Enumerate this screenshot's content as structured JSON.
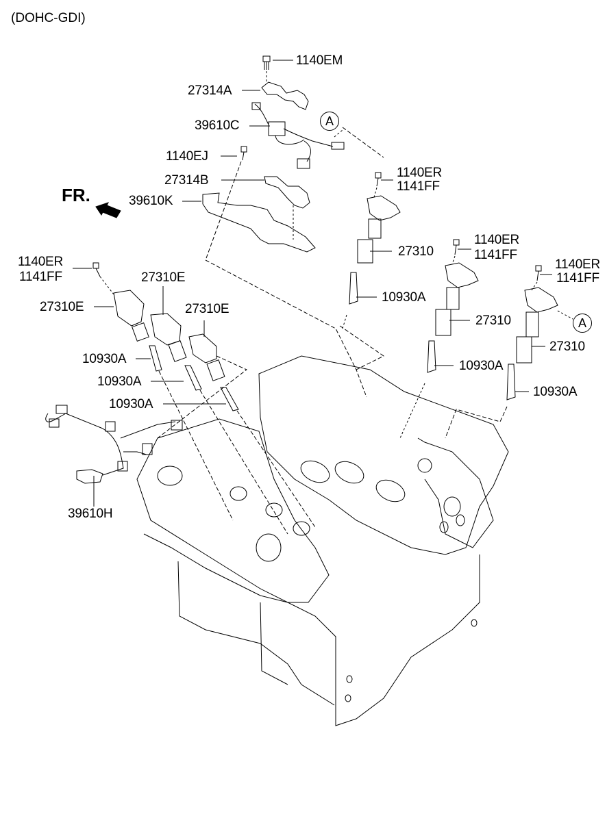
{
  "diagram": {
    "title": "(DOHC-GDI)",
    "front_indicator": "FR.",
    "reference_marker": "A",
    "labels": {
      "bolt_top": "1140EM",
      "bracket_a": "27314A",
      "harness_c": "39610C",
      "bolt_ej": "1140EJ",
      "bracket_b": "27314B",
      "harness_k": "39610K",
      "bolt_left_1": "1140ER",
      "bolt_left_2": "1141FF",
      "coil_e_center": "27310E",
      "coil_e_left": "27310E",
      "coil_e_right": "27310E",
      "plug_left_1": "10930A",
      "plug_left_2": "10930A",
      "plug_left_3": "10930A",
      "harness_h": "39610H",
      "bolt_r1_1": "1140ER",
      "bolt_r1_2": "1141FF",
      "coil_r1": "27310",
      "plug_r1": "10930A",
      "bolt_r2_1": "1140ER",
      "bolt_r2_2": "1141FF",
      "coil_r2": "27310",
      "plug_r2": "10930A",
      "bolt_r3_1": "1140ER",
      "bolt_r3_2": "1141FF",
      "coil_r3": "27310",
      "plug_r3": "10930A"
    }
  }
}
